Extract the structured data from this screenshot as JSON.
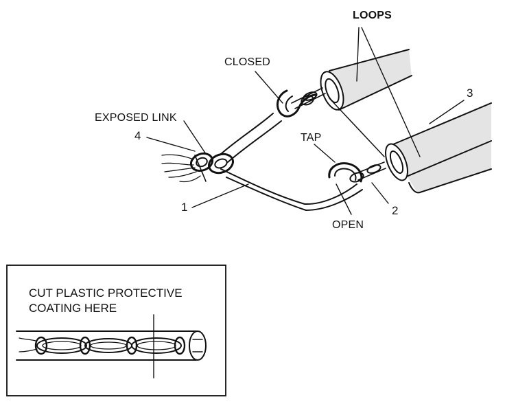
{
  "labels": {
    "loops": "LOOPS",
    "closed": "CLOSED",
    "exposed_link": "EXPOSED LINK",
    "tap": "TAP",
    "open": "OPEN",
    "num_1": "1",
    "num_2": "2",
    "num_3": "3",
    "num_4": "4"
  },
  "inset": {
    "line1": "CUT PLASTIC PROTECTIVE",
    "line2": "COATING HERE"
  },
  "colors": {
    "ink": "#111111",
    "tube_shade": "#dcdcdc",
    "background": "#ffffff"
  }
}
